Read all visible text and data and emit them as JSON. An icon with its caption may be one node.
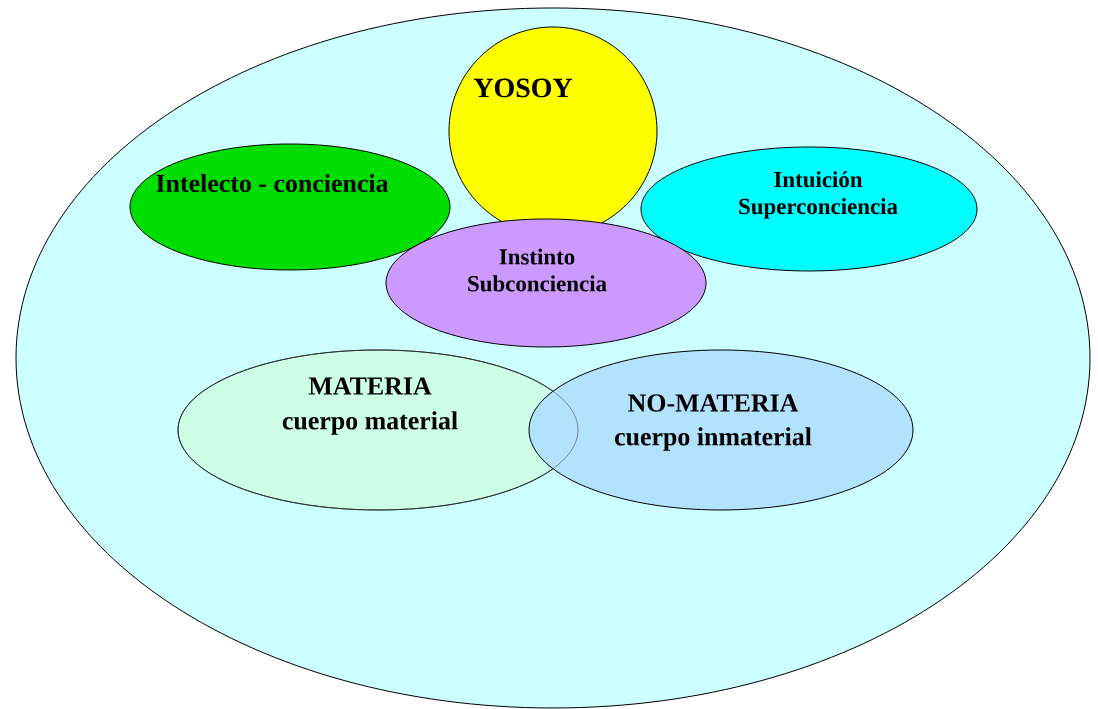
{
  "diagram": {
    "nodes": [
      {
        "text": [],
        "shape": "ellipse"
      },
      {
        "text": [
          "YOSOY"
        ],
        "in": 0
      },
      {
        "text": [
          "Intelecto - conciencia"
        ],
        "in": 0
      },
      {
        "text": [
          "Intuición Superconciencia"
        ],
        "in": 0
      },
      {
        "text": [
          "Instinto Subconciencia"
        ],
        "in": 0
      },
      {
        "text": [
          "MATERIA",
          "cuerpo material"
        ],
        "in": 0
      },
      {
        "text": [
          "NO-MATERIA",
          "cuerpo inmaterial"
        ],
        "in": 0
      }
    ]
  }
}
